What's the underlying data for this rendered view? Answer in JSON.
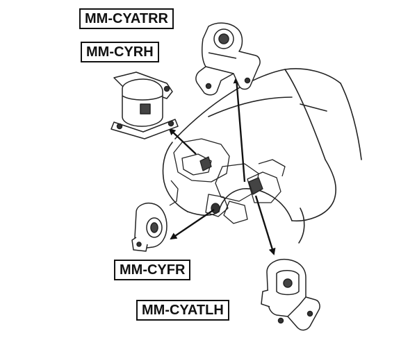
{
  "labels": {
    "top_right_mount": "MM-CYATRR",
    "upper_left_mount": "MM-CYRH",
    "front_mount": "MM-CYFR",
    "lower_right_mount": "MM-CYATLH"
  },
  "colors": {
    "line": "#111111",
    "background": "#ffffff"
  }
}
